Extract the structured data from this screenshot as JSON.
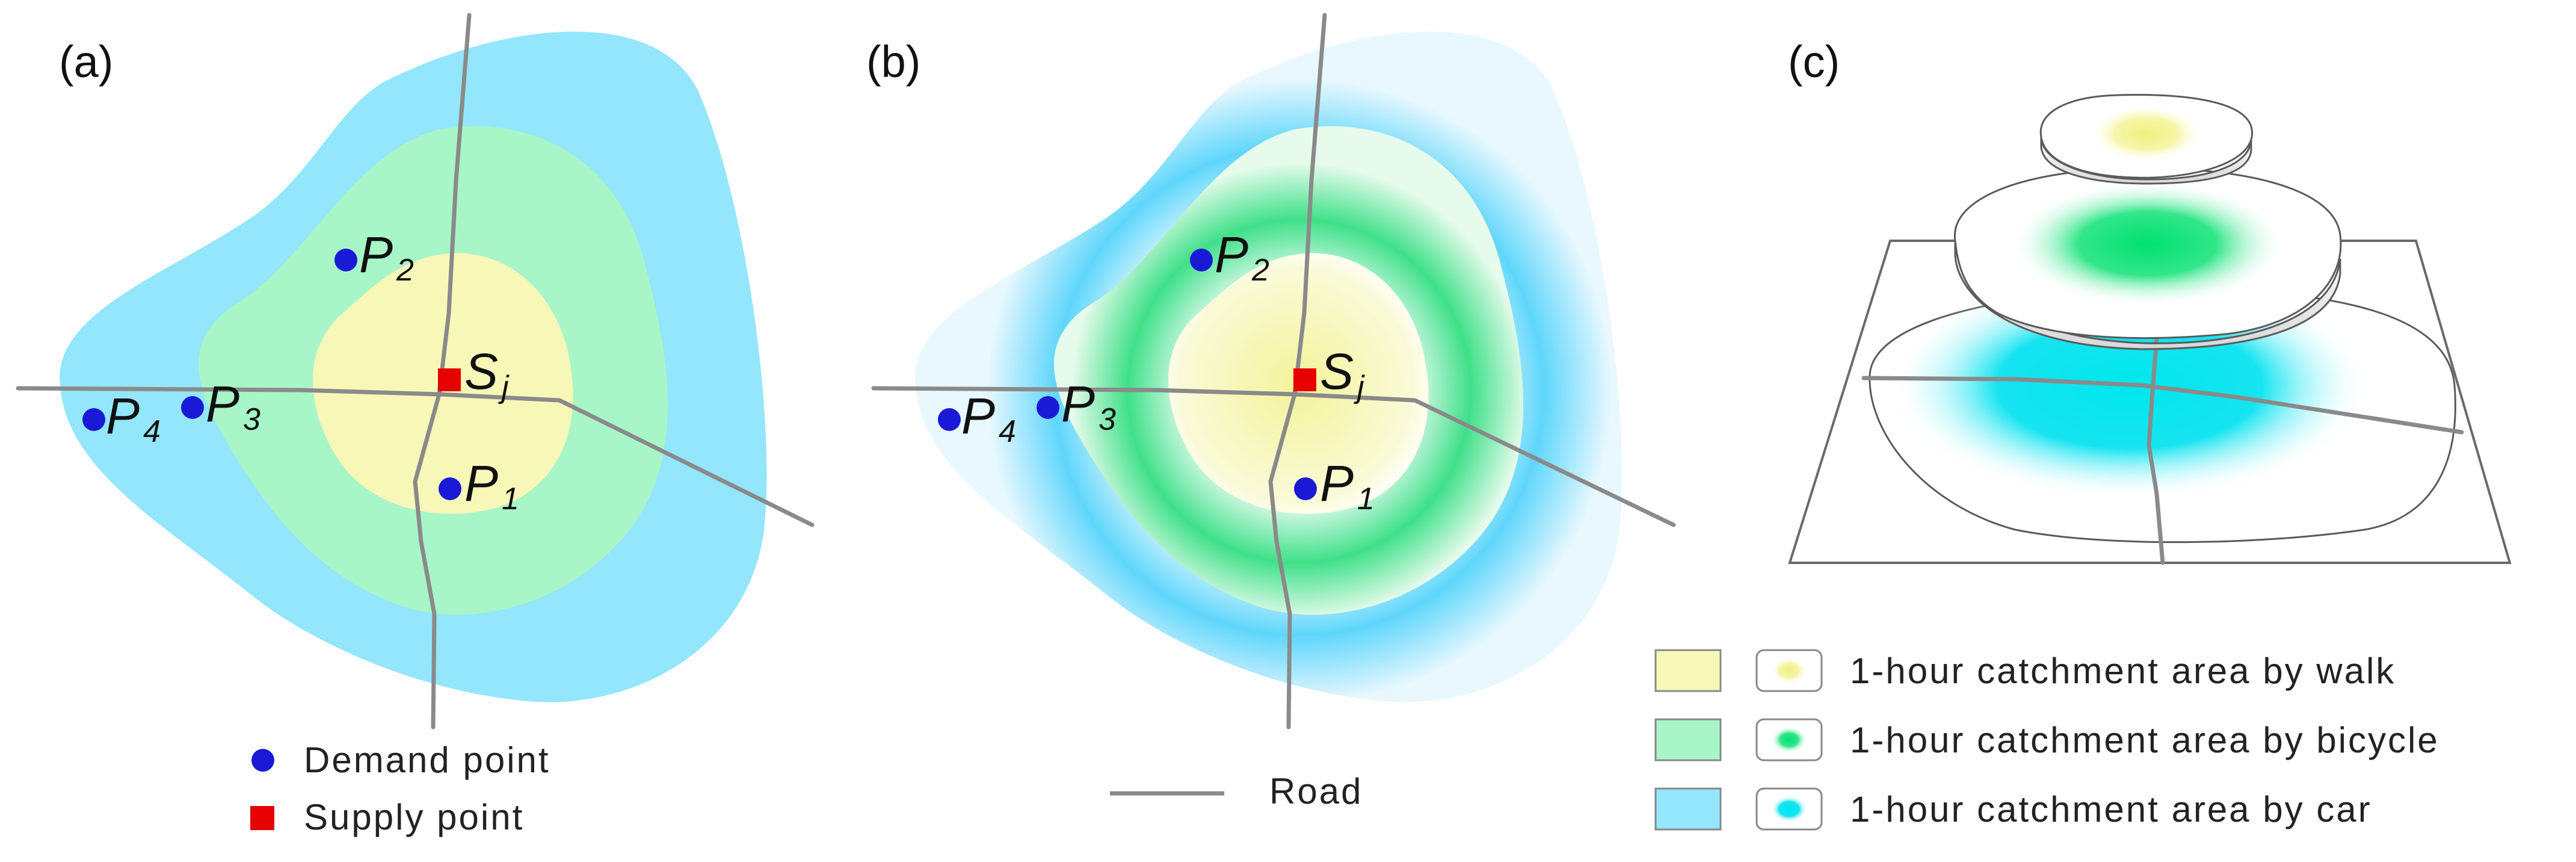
{
  "panels": {
    "a": {
      "label": "(a)"
    },
    "b": {
      "label": "(b)"
    },
    "c": {
      "label": "(c)"
    }
  },
  "points": {
    "supply": {
      "main": "S",
      "sub": "j"
    },
    "p1": {
      "main": "P",
      "sub": "1"
    },
    "p2": {
      "main": "P",
      "sub": "2"
    },
    "p3": {
      "main": "P",
      "sub": "3"
    },
    "p4": {
      "main": "P",
      "sub": "4"
    }
  },
  "legend": {
    "demand": "Demand point",
    "supply": "Supply point",
    "road": "Road",
    "walk": "1-hour catchment area by walk",
    "bicycle": "1-hour catchment area by bicycle",
    "car": "1-hour catchment area by car"
  },
  "colors": {
    "walk": "#f7f7b8",
    "bicycle": "#a8f5c8",
    "car": "#93e6fb",
    "demand_point": "#1a1ad6",
    "supply_point": "#e60000",
    "road": "#8a8a8a"
  }
}
